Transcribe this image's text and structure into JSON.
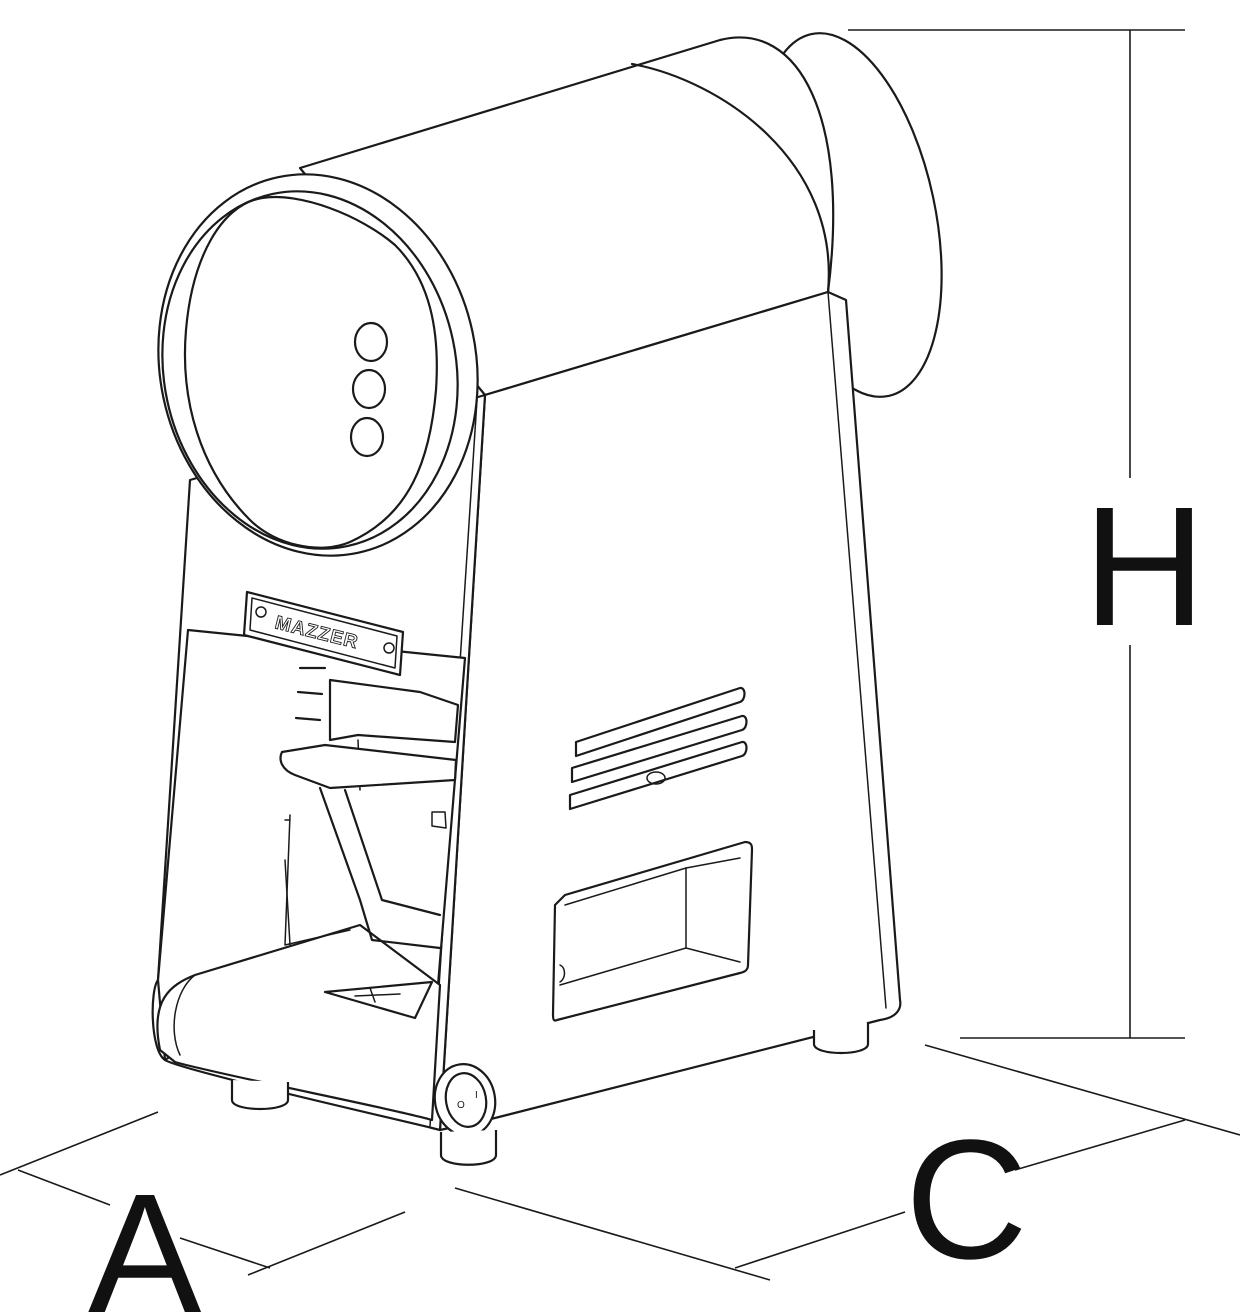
{
  "brand": "MAZZER",
  "switch": {
    "on_symbol": "I",
    "off_symbol": "O"
  },
  "dimensions": {
    "width_label": "A",
    "depth_label": "C",
    "height_label": "H"
  }
}
